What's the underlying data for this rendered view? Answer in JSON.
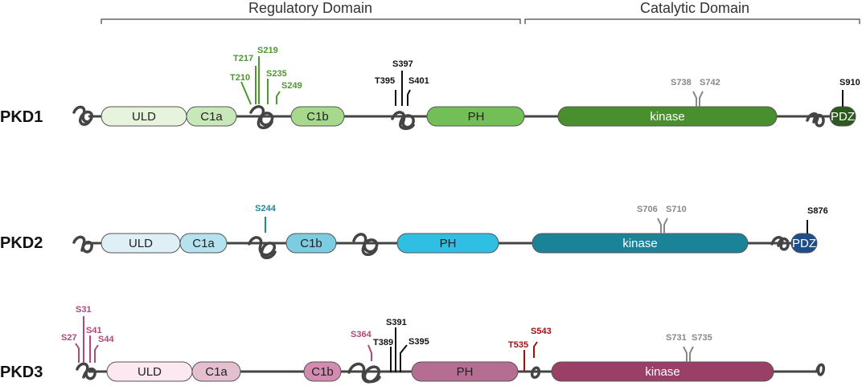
{
  "header": {
    "regulatory_label": "Regulatory Domain",
    "catalytic_label": "Catalytic Domain"
  },
  "colors": {
    "pkd1_green": "#4a9a2e",
    "pkd2_teal": "#1a8a99",
    "pkd3_magenta": "#b0487a",
    "pkd3_red": "#a01010",
    "black_site": "#111111",
    "grey_site": "#888888"
  },
  "proteins": [
    {
      "name": "PKD1",
      "domains": [
        {
          "label": "ULD",
          "color": "#e6f4de"
        },
        {
          "label": "C1a",
          "color": "#c9e8b9"
        },
        {
          "label": "C1b",
          "color": "#a6d98b"
        },
        {
          "label": "PH",
          "color": "#72bf58"
        },
        {
          "label": "kinase",
          "color": "#4a8f2e"
        },
        {
          "label": "PDZ",
          "color": "#2c5a1c"
        }
      ],
      "sites": [
        "T210",
        "T217",
        "S219",
        "S235",
        "S249",
        "T395",
        "S397",
        "S401",
        "S738",
        "S742",
        "S910"
      ]
    },
    {
      "name": "PKD2",
      "domains": [
        {
          "label": "ULD",
          "color": "#deeff5"
        },
        {
          "label": "C1a",
          "color": "#b5e2ef"
        },
        {
          "label": "C1b",
          "color": "#7ccde1"
        },
        {
          "label": "PH",
          "color": "#2fbfe3"
        },
        {
          "label": "kinase",
          "color": "#1a8397"
        },
        {
          "label": "PDZ",
          "color": "#1d4e8a"
        }
      ],
      "sites": [
        "S244",
        "S706",
        "S710",
        "S876"
      ]
    },
    {
      "name": "PKD3",
      "domains": [
        {
          "label": "ULD",
          "color": "#fbe8f1"
        },
        {
          "label": "C1a",
          "color": "#e4bfd0"
        },
        {
          "label": "C1b",
          "color": "#d48bb0"
        },
        {
          "label": "PH",
          "color": "#b56e92"
        },
        {
          "label": "kinase",
          "color": "#9a3f66"
        }
      ],
      "sites": [
        "S27",
        "S31",
        "S41",
        "S44",
        "S364",
        "T389",
        "S391",
        "S395",
        "T535",
        "S543",
        "S731",
        "S735"
      ]
    }
  ]
}
